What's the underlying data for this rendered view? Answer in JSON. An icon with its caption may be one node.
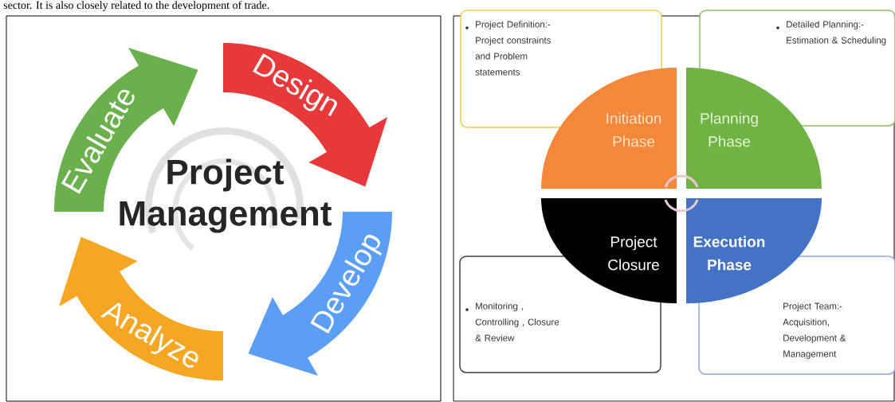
{
  "diagram": {
    "nodes": [
      {
        "text": [
          "Evaluate"
        ]
      },
      {
        "text": [
          "Design"
        ]
      },
      {
        "text": [
          "Develop"
        ]
      },
      {
        "text": [
          "Analyze"
        ]
      },
      {
        "text": [
          "Project Definition:- Project constraints and Problem statements"
        ]
      },
      {
        "text": [
          "Detailed Planning:- Estimation & Scheduling"
        ]
      },
      {
        "text": [
          "Initiation Phase"
        ]
      },
      {
        "text": [
          "Planning Phase"
        ]
      },
      {
        "text": [
          "Project Closure"
        ]
      },
      {
        "text": [
          "Execution Phase"
        ]
      },
      {
        "text": [
          "Monitoring , Controlling , Closure & Review"
        ]
      },
      {
        "text": [
          "Project Team:- Acquisition, Development & Management"
        ]
      }
    ],
    "edges": [],
    "labels": [
      "sector. It is also closely related to the development of trade.",
      "Project Management"
    ]
  }
}
